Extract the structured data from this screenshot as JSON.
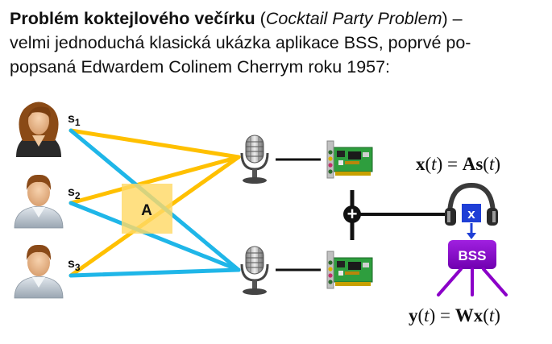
{
  "heading": {
    "title_bold": "Problém koktejlového večírku",
    "paren_open": " (",
    "title_italic": "Cocktail Party Problem",
    "paren_close": ") –",
    "line2": "velmi jednoduchá klasická ukázka aplikace BSS, poprvé po-",
    "line3": "popsaná Edwardem Colinem Cherrym roku 1957:"
  },
  "sources": [
    {
      "label": "s",
      "sub": "1",
      "icon": "woman-avatar-icon"
    },
    {
      "label": "s",
      "sub": "2",
      "icon": "man-avatar-icon"
    },
    {
      "label": "s",
      "sub": "3",
      "icon": "man-avatar-icon"
    }
  ],
  "mixing_label": "A",
  "mix_op": "+",
  "headphones_label": "x",
  "bss_label": "BSS",
  "equations": {
    "mixing": {
      "p1": "x",
      "p2": "(",
      "p3": "t",
      "p4": ") = ",
      "p5": "As",
      "p6": "(",
      "p7": "t",
      "p8": ")"
    },
    "unmixing": {
      "p1": "y",
      "p2": "(",
      "p3": "t",
      "p4": ") = ",
      "p5": "Wx",
      "p6": "(",
      "p7": "t",
      "p8": ")"
    }
  },
  "colors": {
    "yellow": "#ffc000",
    "cyan": "#1fb6e8",
    "mix_box": "#ffd966",
    "purple": "#8b00c8",
    "blue": "#1f3fd6"
  }
}
